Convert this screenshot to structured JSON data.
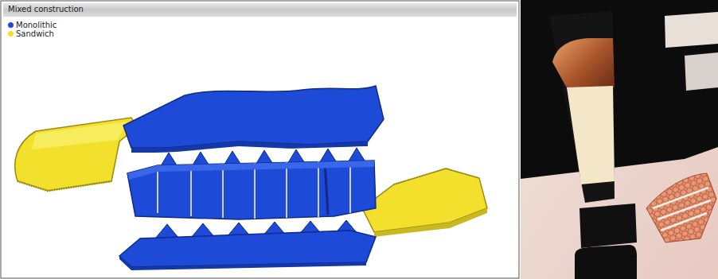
{
  "diagram": {
    "title": "Mixed construction",
    "legend": [
      {
        "text": "Monolithic",
        "color": "#1d4bd8"
      },
      {
        "text": "Sandwich",
        "color": "#f2e02c"
      }
    ]
  }
}
